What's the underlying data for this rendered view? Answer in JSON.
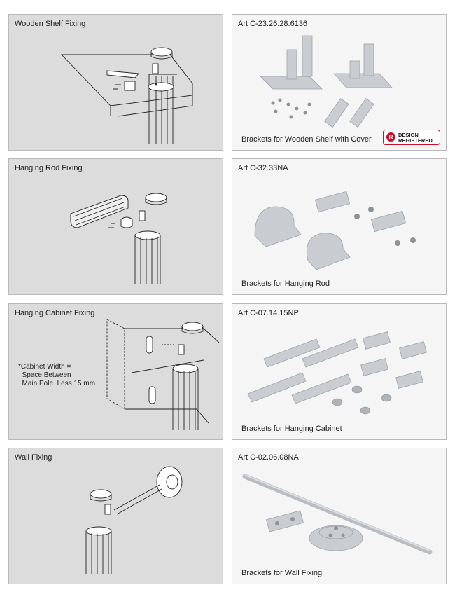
{
  "rows": [
    {
      "diagram_title": "Wooden Shelf Fixing",
      "art": "Art C-23.26.28.6136",
      "caption": "Brackets for Wooden Shelf with Cover",
      "badge": {
        "symbol": "R",
        "line1": "DESIGN",
        "line2": "REGISTERED"
      }
    },
    {
      "diagram_title": "Hanging Rod Fixing",
      "art": "Art C-32.33NA",
      "caption": "Brackets for Hanging Rod"
    },
    {
      "diagram_title": "Hanging Cabinet Fixing",
      "note": "*Cabinet Width =\n  Space Between\n  Main Pole  Less 15 mm",
      "art": "Art C-07.14.15NP",
      "caption": "Brackets for Hanging Cabinet"
    },
    {
      "diagram_title": "Wall Fixing",
      "art": "Art C-02.06.08NA",
      "caption": "Brackets for Wall Fixing"
    }
  ],
  "colors": {
    "diagram_bg": "#dcdcdc",
    "photo_bg": "#f5f5f5",
    "metal": "#c4c8cc",
    "badge_red": "#c8102e"
  }
}
